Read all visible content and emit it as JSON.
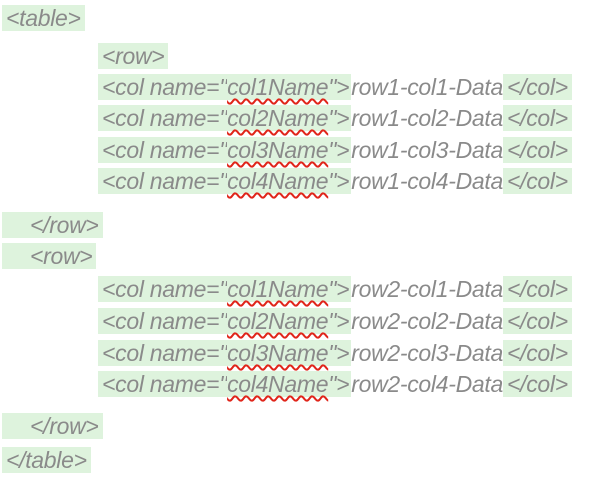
{
  "colors": {
    "tag_highlight_green": "#def3dd",
    "text_gray": "#8a8a8a",
    "spellcheck_red": "#e0251a",
    "background": "#ffffff"
  },
  "xml": {
    "lines": [
      {
        "segments": [
          {
            "text": "<table>"
          }
        ]
      },
      {
        "segments": [
          {
            "text": "<row>"
          }
        ]
      },
      {
        "segments": [
          {
            "text": "<col name=\""
          },
          {
            "text": "col1Name"
          },
          {
            "text": "\">"
          },
          {
            "text": "row1-col1-Data"
          },
          {
            "text": "</col>"
          }
        ]
      },
      {
        "segments": [
          {
            "text": "<col name=\""
          },
          {
            "text": "col2Name"
          },
          {
            "text": "\">"
          },
          {
            "text": "row1-col2-Data"
          },
          {
            "text": "</col>"
          }
        ]
      },
      {
        "segments": [
          {
            "text": "<col name=\""
          },
          {
            "text": "col3Name"
          },
          {
            "text": "\">"
          },
          {
            "text": "row1-col3-Data"
          },
          {
            "text": "</col>"
          }
        ]
      },
      {
        "segments": [
          {
            "text": "<col name=\""
          },
          {
            "text": "col4Name"
          },
          {
            "text": "\">"
          },
          {
            "text": "row1-col4-Data"
          },
          {
            "text": "</col>"
          }
        ]
      },
      {
        "segments": [
          {
            "text": "</row>"
          }
        ]
      },
      {
        "segments": [
          {
            "text": "<row>"
          }
        ]
      },
      {
        "segments": [
          {
            "text": "<col name=\""
          },
          {
            "text": "col1Name"
          },
          {
            "text": "\">"
          },
          {
            "text": "row2-col1-Data"
          },
          {
            "text": "</col>"
          }
        ]
      },
      {
        "segments": [
          {
            "text": "<col name=\""
          },
          {
            "text": "col2Name"
          },
          {
            "text": "\">"
          },
          {
            "text": "row2-col2-Data"
          },
          {
            "text": "</col>"
          }
        ]
      },
      {
        "segments": [
          {
            "text": "<col name=\""
          },
          {
            "text": "col3Name"
          },
          {
            "text": "\">"
          },
          {
            "text": "row2-col3-Data"
          },
          {
            "text": "</col>"
          }
        ]
      },
      {
        "segments": [
          {
            "text": "<col name=\""
          },
          {
            "text": "col4Name"
          },
          {
            "text": "\">"
          },
          {
            "text": "row2-col4-Data"
          },
          {
            "text": "</col>"
          }
        ]
      },
      {
        "segments": [
          {
            "text": "</row>"
          }
        ]
      },
      {
        "segments": [
          {
            "text": "</table>"
          }
        ]
      }
    ]
  }
}
